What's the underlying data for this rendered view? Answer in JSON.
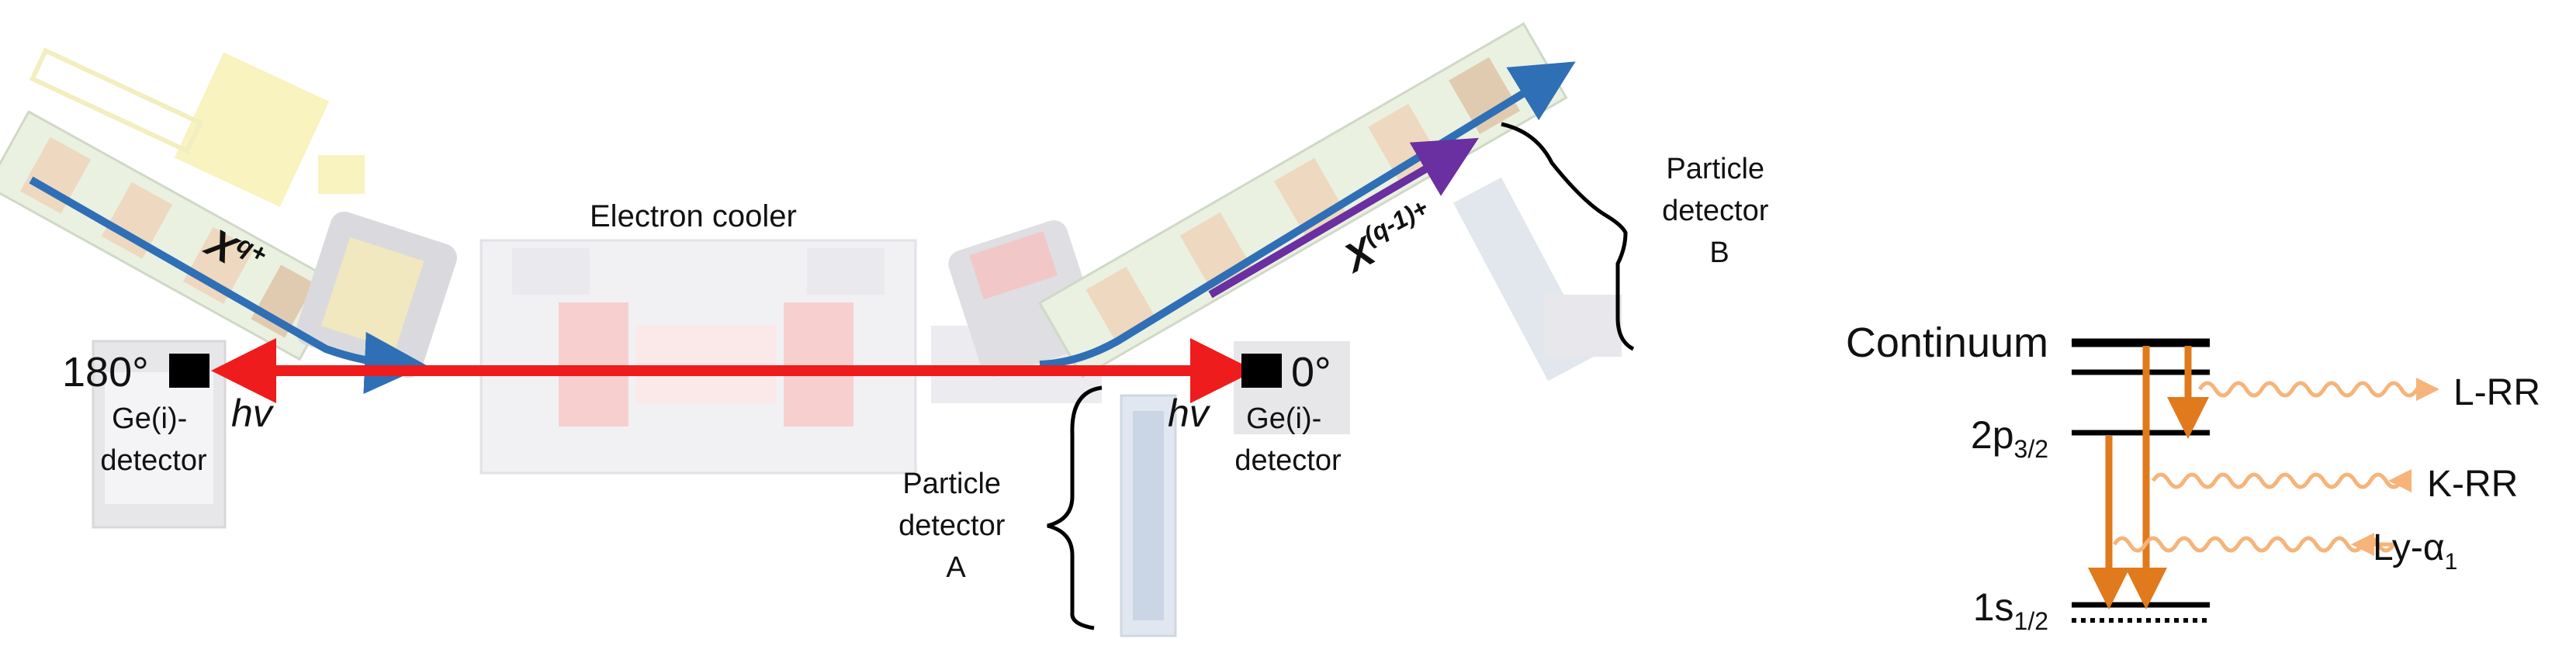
{
  "setup": {
    "beam_in_label": "X",
    "beam_in_charge": "q+",
    "beam_out_label": "X",
    "beam_out_charge": "(q-1)+",
    "electron_cooler": "Electron cooler",
    "photon_symbol": "hv",
    "angle_180": "180°",
    "angle_0": "0°",
    "ge_detector_left": [
      "Ge(i)-",
      "detector"
    ],
    "ge_detector_right": [
      "Ge(i)-",
      "detector"
    ],
    "particle_detector_a": [
      "Particle",
      "detector",
      "A"
    ],
    "particle_detector_b": [
      "Particle",
      "detector",
      "B"
    ]
  },
  "level_diagram": {
    "continuum": "Continuum",
    "level_2p_main": "2p",
    "level_2p_sub": "3/2",
    "level_1s_main": "1s",
    "level_1s_sub": "1/2",
    "transitions": [
      {
        "label": "L-RR",
        "color": "#111111"
      },
      {
        "label": "K-RR",
        "color": "#e8141c"
      },
      {
        "label_main": "Ly-α",
        "label_sub": "1",
        "color": "#e8141c"
      }
    ]
  },
  "colors": {
    "beam_blue": "#2f6fb5",
    "beam_purple": "#6a2fa0",
    "photon_red": "#ee1c1c",
    "transition_orange": "#e07a1c",
    "wave_orange": "#f6b47a"
  }
}
